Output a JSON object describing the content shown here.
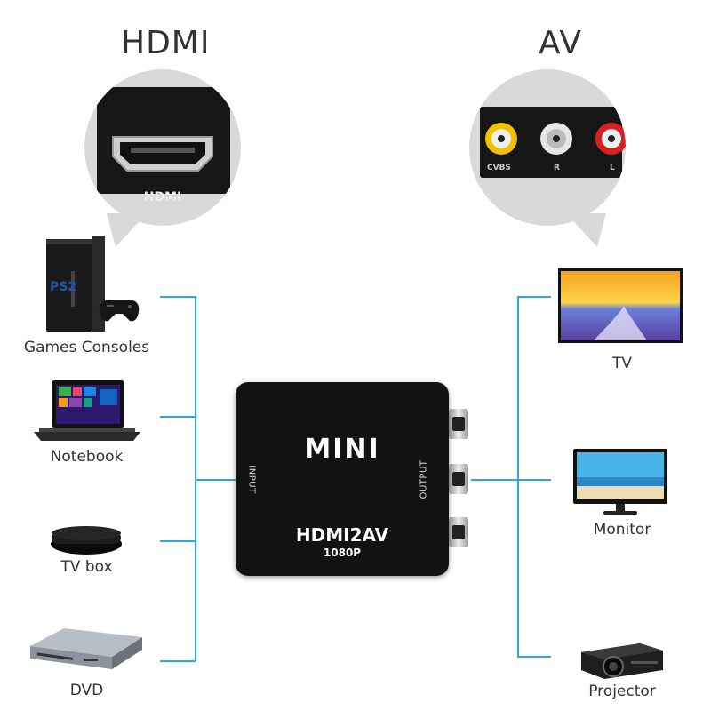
{
  "headings": {
    "hdmi": "HDMI",
    "av": "AV"
  },
  "hdmi_port_label": "HDMI",
  "av_jacks": [
    {
      "label": "CVBS",
      "color": "#f2c200"
    },
    {
      "label": "R",
      "color": "#f0f0f0"
    },
    {
      "label": "L",
      "color": "#d82020"
    }
  ],
  "converter": {
    "brand": "MINI",
    "model": "HDMI2AV",
    "resolution": "1080P",
    "input": "INPUT",
    "output": "OUTPUT"
  },
  "inputs": [
    {
      "label": "Games Consoles",
      "icon": "game-console-icon",
      "console_text": "PS2"
    },
    {
      "label": "Notebook",
      "icon": "notebook-icon"
    },
    {
      "label": "TV box",
      "icon": "tv-box-icon"
    },
    {
      "label": "DVD",
      "icon": "dvd-player-icon"
    }
  ],
  "outputs": [
    {
      "label": "TV",
      "icon": "tv-icon"
    },
    {
      "label": "Monitor",
      "icon": "monitor-icon"
    },
    {
      "label": "Projector",
      "icon": "projector-icon"
    }
  ],
  "colors": {
    "connector_line": "#2aa9e0",
    "converter_body": "#121212",
    "bubble": "#d9d9d9"
  }
}
